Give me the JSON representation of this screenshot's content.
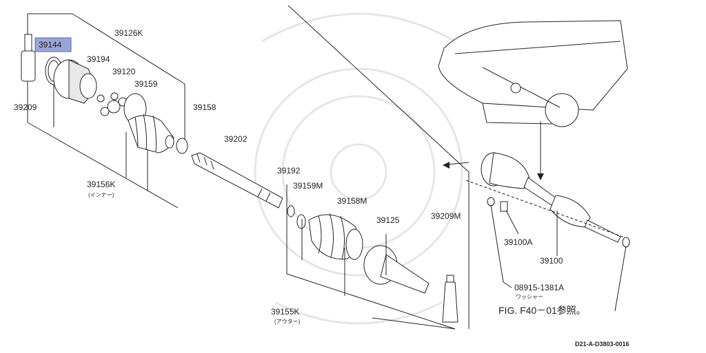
{
  "diagram": {
    "highlight_color": "#9aa6d8",
    "selected_part": "39144",
    "parts": [
      {
        "id": "39144"
      },
      {
        "id": "39126K"
      },
      {
        "id": "39194"
      },
      {
        "id": "39120"
      },
      {
        "id": "39159"
      },
      {
        "id": "39209"
      },
      {
        "id": "39158"
      },
      {
        "id": "39202"
      },
      {
        "id": "39156K",
        "sub": "(インナー)"
      },
      {
        "id": "39192"
      },
      {
        "id": "39159M"
      },
      {
        "id": "39158M"
      },
      {
        "id": "39125"
      },
      {
        "id": "39209M"
      },
      {
        "id": "39155K",
        "sub": "(アウター)"
      },
      {
        "id": "39100A"
      },
      {
        "id": "39100"
      },
      {
        "id": "08915-1381A",
        "sub": "ワッシャー"
      }
    ],
    "reference": "FIG. F40－01参照。",
    "drawing_code": "D21-A-D3803-0016"
  }
}
